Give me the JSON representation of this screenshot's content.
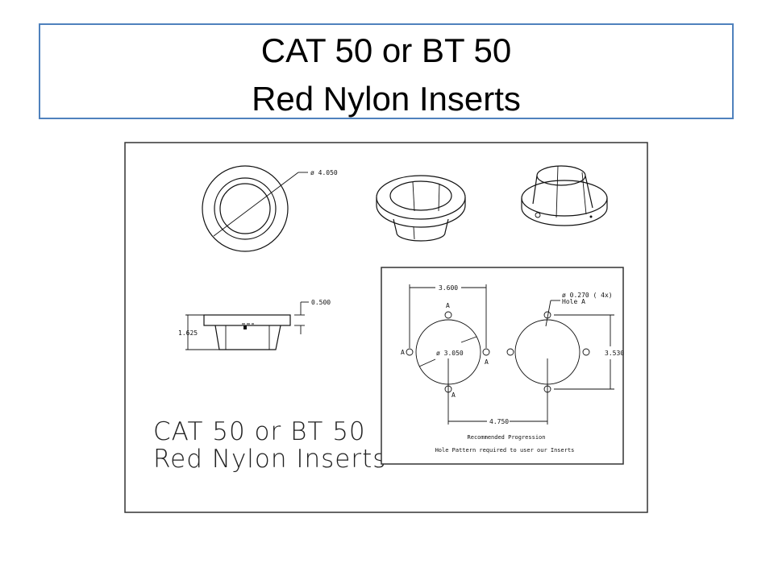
{
  "slide": {
    "title_line1": "CAT 50 or BT 50",
    "title_line2": "Red Nylon Inserts"
  },
  "drawing": {
    "top_view_diameter": "ø 4.050",
    "side_view_height": "1.625",
    "side_view_flange": "0.500",
    "drawing_title_line1": "CAT 50 or BT 50",
    "drawing_title_line2": "Red Nylon Inserts",
    "hole_pattern": {
      "width_dim": "3.600",
      "circle_diameter": "ø 3.050",
      "hole_callout": "ø 0.270 ( 4x)",
      "hole_label": "Hole A",
      "hole_marker": "A",
      "height_dim": "3.530",
      "spacing_dim": "4.750",
      "caption1": "Recommended Progression",
      "caption2": "Hole Pattern required to user our Inserts"
    }
  }
}
